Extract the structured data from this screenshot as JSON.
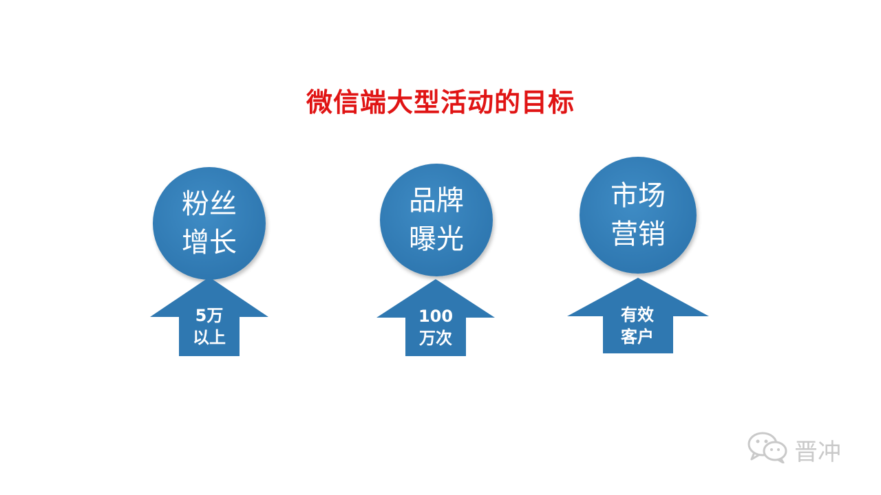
{
  "title": "微信端大型活动的目标",
  "goals": [
    {
      "circle_line1": "粉丝",
      "circle_line2": "增长",
      "arrow_line1": "5万",
      "arrow_line2": "以上"
    },
    {
      "circle_line1": "品牌",
      "circle_line2": "曝光",
      "arrow_line1": "100",
      "arrow_line2": "万次"
    },
    {
      "circle_line1": "市场",
      "circle_line2": "营销",
      "arrow_line1": "有效",
      "arrow_line2": "客户"
    }
  ],
  "watermark": {
    "icon": "wechat-icon",
    "text": "晋冲"
  },
  "colors": {
    "title": "#e01414",
    "shape_fill": "#2f78b1",
    "shape_text": "#ffffff",
    "watermark": "#c9c9c9"
  }
}
